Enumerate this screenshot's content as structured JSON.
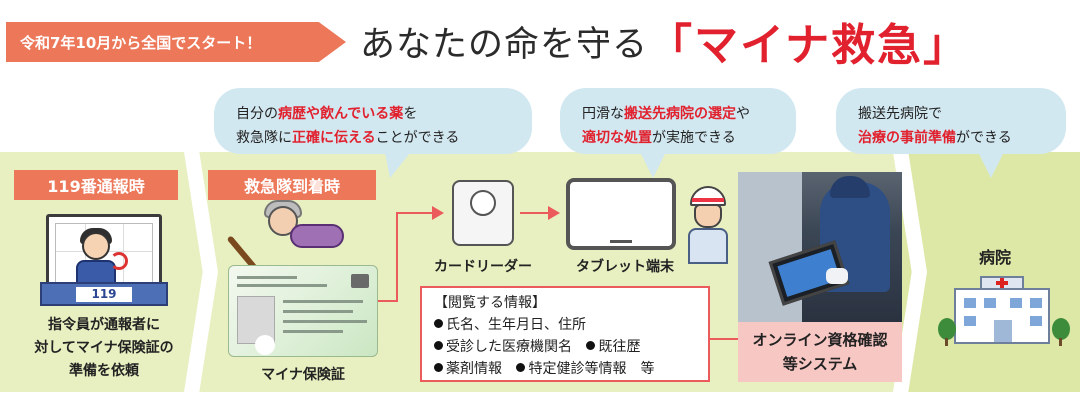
{
  "header": {
    "tag": "令和7年10月から全国でスタート！",
    "headline_pre": "あなたの命を守る",
    "headline_em": "「マイナ救急」"
  },
  "callouts": [
    {
      "line1": [
        {
          "t": "自分の",
          "em": false
        },
        {
          "t": "病歴や飲んでいる薬",
          "em": true
        },
        {
          "t": "を",
          "em": false
        }
      ],
      "line2": [
        {
          "t": "救急隊に",
          "em": false
        },
        {
          "t": "正確に伝える",
          "em": true
        },
        {
          "t": "ことができる",
          "em": false
        }
      ]
    },
    {
      "line1": [
        {
          "t": "円滑な",
          "em": false
        },
        {
          "t": "搬送先病院の選定",
          "em": true
        },
        {
          "t": "や",
          "em": false
        }
      ],
      "line2": [
        {
          "t": "適切な処置",
          "em": true
        },
        {
          "t": "が実施できる",
          "em": false
        }
      ]
    },
    {
      "line1": [
        {
          "t": "搬送先病院で",
          "em": false
        }
      ],
      "line2": [
        {
          "t": "治療の事前準備",
          "em": true
        },
        {
          "t": "ができる",
          "em": false
        }
      ]
    }
  ],
  "phases": {
    "call": "119番通報時",
    "arrival": "救急隊到着時"
  },
  "dispatcher": {
    "screen_number": "119",
    "caption_lines": [
      "指令員が通報者に",
      "対してマイナ保険証の",
      "準備を依頼"
    ]
  },
  "card": {
    "label": "マイナ保険証"
  },
  "devices": {
    "reader_label": "カードリーダー",
    "tablet_label": "タブレット端末"
  },
  "info_box": {
    "title": "【閲覧する情報】",
    "rows": [
      [
        "氏名、生年月日、住所"
      ],
      [
        "受診した医療機関名",
        "既往歴"
      ],
      [
        "薬剤情報",
        "特定健診等情報　等"
      ]
    ]
  },
  "system": {
    "lines": [
      "オンライン資格確認",
      "等システム"
    ]
  },
  "hospital": {
    "label": "病院"
  },
  "colors": {
    "accent_orange": "#ec7859",
    "headline_red": "#e1212e",
    "band_green": "#e8efc0",
    "callout_blue": "#d2e8f1",
    "arrow_red": "#ec5b5b",
    "system_pink": "#f6c7c3"
  }
}
